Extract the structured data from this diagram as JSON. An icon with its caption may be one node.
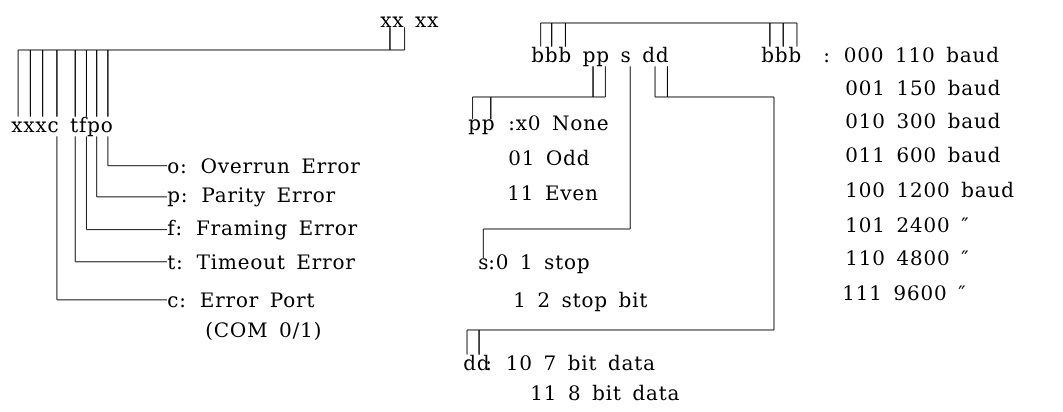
{
  "diagram": {
    "nodes": [
      {
        "text": [
          "xx xx"
        ]
      },
      {
        "text": [
          "xxxc tfpo"
        ]
      },
      {
        "text": [
          "o: Overrun Error"
        ]
      },
      {
        "text": [
          "p: Parity Error"
        ]
      },
      {
        "text": [
          "f: Framing Error"
        ]
      },
      {
        "text": [
          "t: Timeout Error"
        ]
      },
      {
        "text": [
          "c: Error Port",
          "(COM 0/1)"
        ]
      },
      {
        "text": [
          "bbb pp s dd"
        ]
      },
      {
        "text": [
          "bbb"
        ]
      },
      {
        "text": [
          "pp"
        ]
      },
      {
        "text": [
          "s"
        ]
      },
      {
        "text": [
          "dd"
        ]
      }
    ],
    "edges": [
      {
        "from": 0,
        "to": 1,
        "arrow": "none"
      },
      {
        "from": 1,
        "to": 2,
        "arrow": "none"
      },
      {
        "from": 1,
        "to": 3,
        "arrow": "none"
      },
      {
        "from": 1,
        "to": 4,
        "arrow": "none"
      },
      {
        "from": 1,
        "to": 5,
        "arrow": "none"
      },
      {
        "from": 1,
        "to": 6,
        "arrow": "none"
      },
      {
        "from": 7,
        "to": 8,
        "arrow": "none"
      },
      {
        "from": 7,
        "to": 9,
        "arrow": "none"
      },
      {
        "from": 7,
        "to": 10,
        "arrow": "none"
      },
      {
        "from": 7,
        "to": 11,
        "arrow": "none"
      }
    ],
    "labels": [
      ": 000 110 baud",
      "001 150 baud",
      "010 300 baud",
      "011 600 baud",
      "100 1200 baud",
      "101 2400 ″",
      "110 4800 ″",
      "111 9600 ″",
      ":x0 None",
      "01 Odd",
      "11 Even",
      ":0 1 stop",
      "1 2 stop bit",
      ": 10 7 bit data",
      "11 8 bit data"
    ]
  }
}
